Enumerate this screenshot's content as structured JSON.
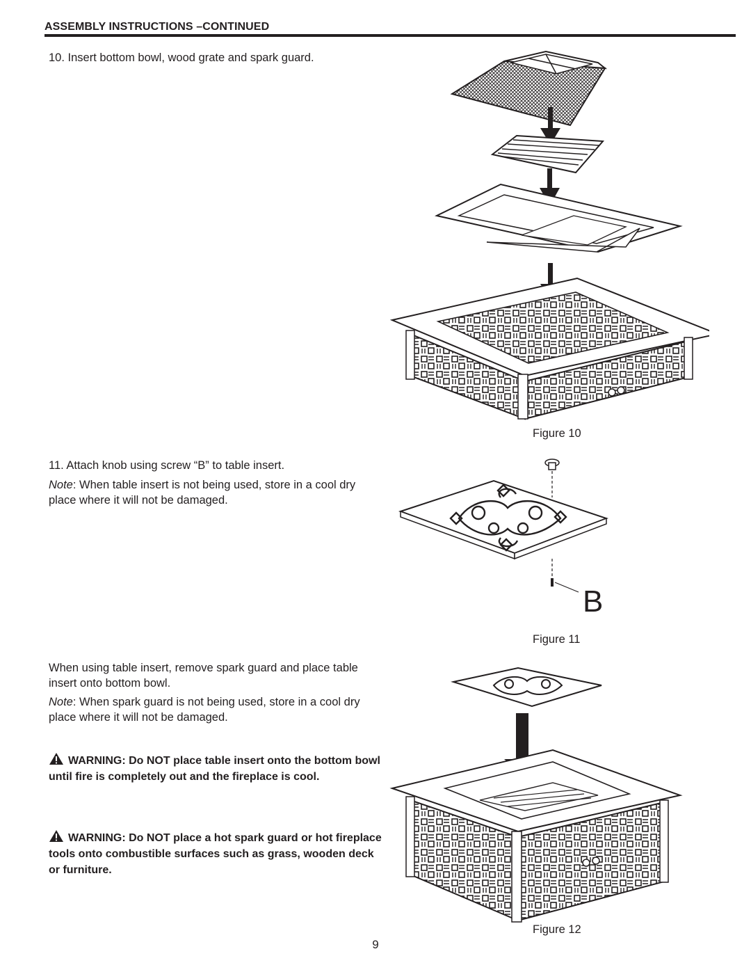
{
  "header": {
    "title": "ASSEMBLY INSTRUCTIONS –CONTINUED"
  },
  "steps": {
    "step10": "10. Insert bottom bowl, wood grate and spark guard.",
    "step11": "11. Attach knob using screw “B” to table insert.",
    "note_label": "Note",
    "note1_text": ": When table insert is not being used, store in a cool dry place where it will not be damaged.",
    "para_insert": "When using table insert, remove spark guard and place table insert onto bottom bowl.",
    "note2_text": ": When spark guard is not being used, store in a cool dry place where it will not be damaged."
  },
  "warnings": {
    "w1": "WARNING: Do NOT place table insert onto the bottom bowl until fire is completely out and the fireplace is cool.",
    "w2": "WARNING: Do NOT place a hot spark guard or hot fireplace tools onto combustible surfaces such as grass, wooden deck or furniture."
  },
  "figures": {
    "fig10": "Figure 10",
    "fig11": "Figure 11",
    "fig12": "Figure 12",
    "screw_label": "B"
  },
  "page_number": "9"
}
